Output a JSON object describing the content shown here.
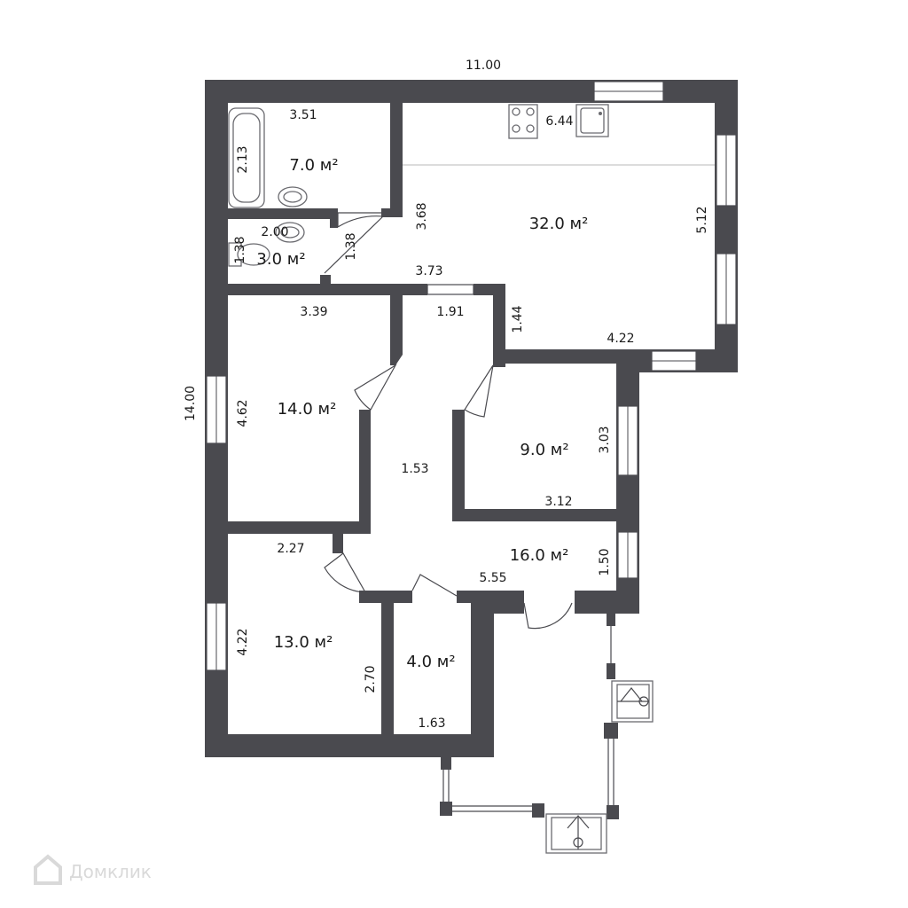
{
  "plan": {
    "overall_width": "11.00",
    "overall_height": "14.00",
    "rooms": {
      "bathroom": {
        "area": "7.0 м²",
        "width": "3.51",
        "depth": "2.13"
      },
      "toilet": {
        "area": "3.0 м²",
        "width": "2.00",
        "depth": "1.38"
      },
      "kitchen_living": {
        "area": "32.0 м²",
        "kitchen_run": "6.44",
        "depth": "5.12",
        "left_wall": "3.68",
        "bottom_width": "4.22",
        "step": "1.44"
      },
      "hall_upper": {
        "width": "3.73",
        "door_opening": "1.38"
      },
      "bedroom_1": {
        "area": "14.0 м²",
        "width": "3.39",
        "depth": "4.62"
      },
      "corridor": {
        "area": "16.0 м²",
        "top_width": "1.91",
        "width": "1.53",
        "bottom_width": "5.55",
        "right_depth": "1.50"
      },
      "bedroom_2": {
        "area": "9.0 м²",
        "width": "3.12",
        "depth": "3.03"
      },
      "bedroom_3": {
        "area": "13.0 м²",
        "width": "2.27",
        "depth": "4.22"
      },
      "storage": {
        "area": "4.0 м²",
        "width": "1.63",
        "depth": "2.70"
      }
    },
    "watermark": "Домклик",
    "colors": {
      "wall": "#4a4a4f",
      "background": "#ffffff",
      "watermark": "#d9d9d9"
    }
  }
}
